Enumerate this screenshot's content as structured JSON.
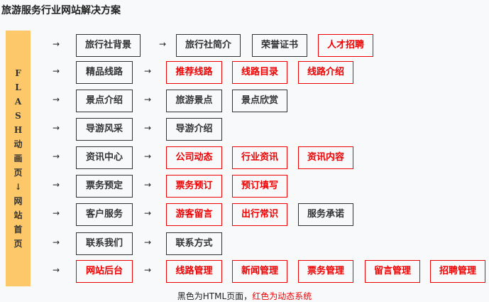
{
  "title": "旅游服务行业网站解决方案",
  "sidebar": [
    "F",
    "L",
    "A",
    "S",
    "H",
    "动",
    "画",
    "页",
    "↓",
    "网",
    "站",
    "首",
    "页"
  ],
  "arrow": "→",
  "rows": [
    {
      "main": {
        "label": "旅行社背景",
        "red": false
      },
      "subs": [
        {
          "label": "旅行社简介",
          "red": false
        },
        {
          "label": "荣誉证书",
          "red": false
        },
        {
          "label": "人才招聘",
          "red": true
        }
      ]
    },
    {
      "main": {
        "label": "精品线路",
        "red": false
      },
      "subs": [
        {
          "label": "推荐线路",
          "red": true
        },
        {
          "label": "线路目录",
          "red": true
        },
        {
          "label": "线路介绍",
          "red": true
        }
      ]
    },
    {
      "main": {
        "label": "景点介绍",
        "red": false
      },
      "subs": [
        {
          "label": "旅游景点",
          "red": false
        },
        {
          "label": "景点欣赏",
          "red": false
        }
      ]
    },
    {
      "main": {
        "label": "导游风采",
        "red": false
      },
      "subs": [
        {
          "label": "导游介绍",
          "red": false
        }
      ]
    },
    {
      "main": {
        "label": "资讯中心",
        "red": false
      },
      "subs": [
        {
          "label": "公司动态",
          "red": true
        },
        {
          "label": "行业资讯",
          "red": true
        },
        {
          "label": "资讯内容",
          "red": true
        }
      ]
    },
    {
      "main": {
        "label": "票务预定",
        "red": false
      },
      "subs": [
        {
          "label": "票务预订",
          "red": true
        },
        {
          "label": "预订填写",
          "red": true
        }
      ]
    },
    {
      "main": {
        "label": "客户服务",
        "red": false
      },
      "subs": [
        {
          "label": "游客留言",
          "red": true
        },
        {
          "label": "出行常识",
          "red": true
        },
        {
          "label": "服务承诺",
          "red": false
        }
      ]
    },
    {
      "main": {
        "label": "联系我们",
        "red": false
      },
      "subs": [
        {
          "label": "联系方式",
          "red": false
        }
      ]
    },
    {
      "main": {
        "label": "网站后台",
        "red": true
      },
      "subs": [
        {
          "label": "线路管理",
          "red": true
        },
        {
          "label": "新闻管理",
          "red": true
        },
        {
          "label": "票务管理",
          "red": true
        },
        {
          "label": "留言管理",
          "red": true
        },
        {
          "label": "招聘管理",
          "red": true
        }
      ]
    }
  ],
  "legend": {
    "black": "黑色为HTML页面，",
    "red": "红色为动态系统"
  },
  "colors": {
    "red": "#ee0000",
    "sidebar": "#fcc86a"
  }
}
